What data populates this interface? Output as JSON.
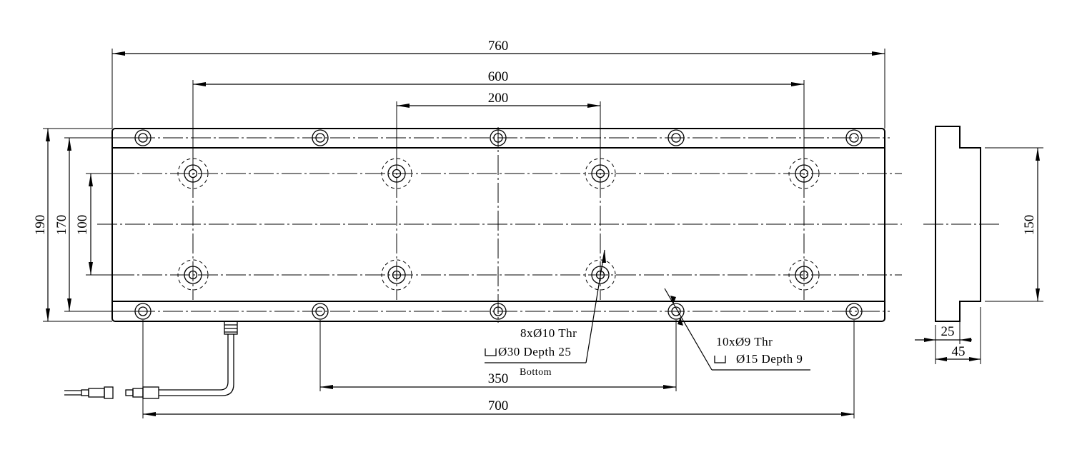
{
  "dimensions": {
    "overall_length": "760",
    "outer_hole_span": "600",
    "inner_hole_span": "200",
    "overall_height": "190",
    "rail_height": "170",
    "inner_hole_rows": "100",
    "side_height": "150",
    "side_step": "25",
    "side_thickness": "45",
    "bottom_span_short": "350",
    "bottom_span_long": "700"
  },
  "notes": {
    "thread_holes_a": "8xØ10 Thr",
    "counterbore_a": "Ø30 Depth 25",
    "bottom_label": "Bottom",
    "thread_holes_b": "10xØ9 Thr",
    "counterbore_b": "Ø15 Depth 9"
  }
}
